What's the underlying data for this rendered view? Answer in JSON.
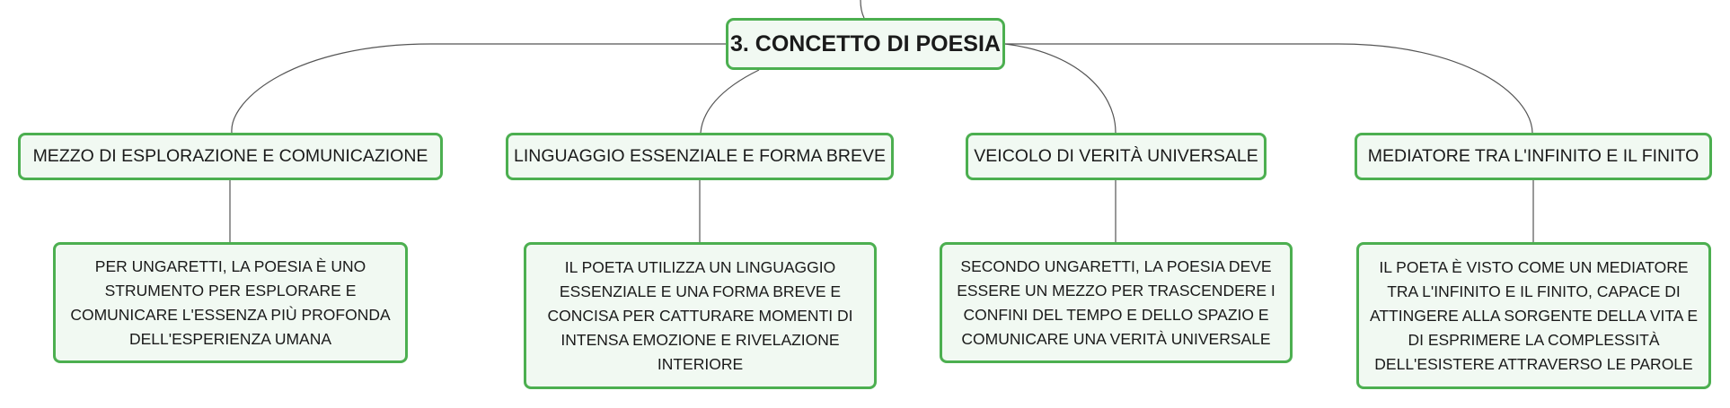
{
  "map": {
    "root": {
      "label": "3. CONCETTO DI POESIA"
    },
    "branches": [
      {
        "label": "MEZZO DI ESPLORAZIONE E COMUNICAZIONE",
        "detail": "PER UNGARETTI, LA POESIA È UNO STRUMENTO PER ESPLORARE E COMUNICARE L'ESSENZA PIÙ PROFONDA DELL'ESPERIENZA UMANA"
      },
      {
        "label": "LINGUAGGIO ESSENZIALE E FORMA BREVE",
        "detail": "IL POETA UTILIZZA UN LINGUAGGIO ESSENZIALE E UNA FORMA BREVE E CONCISA PER CATTURARE MOMENTI DI INTENSA EMOZIONE E RIVELAZIONE INTERIORE"
      },
      {
        "label": "VEICOLO DI VERITÀ UNIVERSALE",
        "detail": "SECONDO UNGARETTI, LA POESIA DEVE ESSERE UN MEZZO PER TRASCENDERE I CONFINI DEL TEMPO E DELLO SPAZIO E COMUNICARE UNA VERITÀ UNIVERSALE"
      },
      {
        "label": "MEDIATORE TRA L'INFINITO E IL FINITO",
        "detail": "IL POETA È VISTO COME UN MEDIATORE TRA L'INFINITO E IL FINITO, CAPACE DI ATTINGERE ALLA SORGENTE DELLA VITA E DI ESPRIMERE LA COMPLESSITÀ DELL'ESISTERE ATTRAVERSO LE PAROLE"
      }
    ]
  },
  "colors": {
    "node_border": "#4caf50",
    "node_fill": "#f1f9f2",
    "connector": "#555555",
    "text": "#1a1a1a"
  }
}
